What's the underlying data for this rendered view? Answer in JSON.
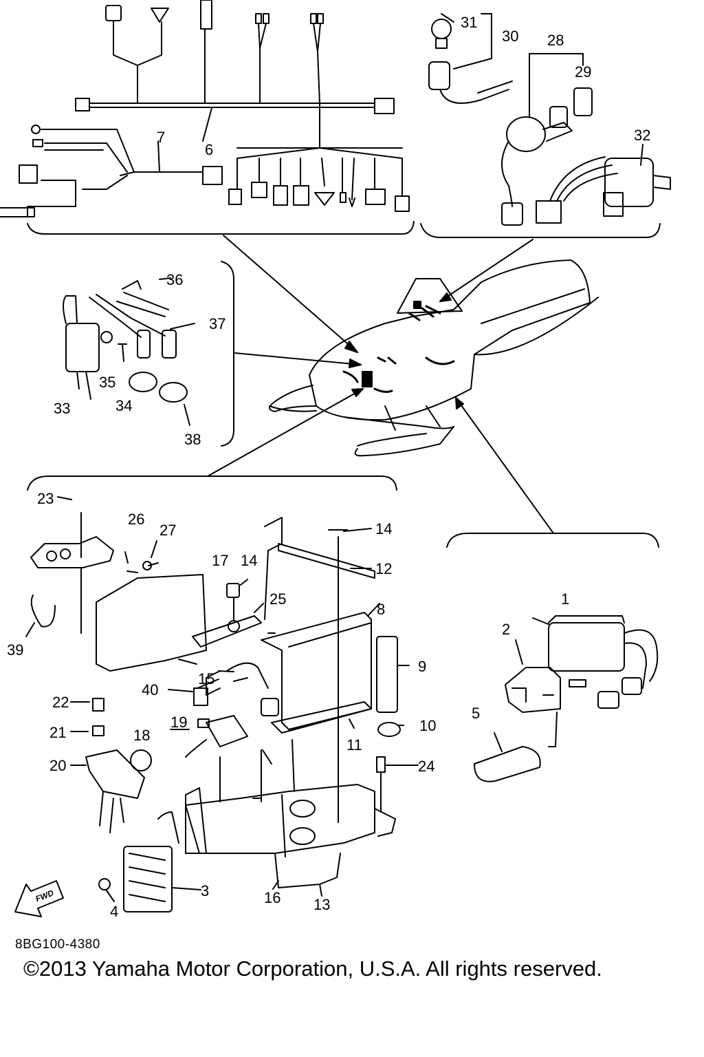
{
  "diagram": {
    "part_labels": [
      "1",
      "2",
      "3",
      "4",
      "5",
      "6",
      "7",
      "8",
      "9",
      "10",
      "11",
      "12",
      "13",
      "14",
      "14",
      "15",
      "16",
      "17",
      "18",
      "19",
      "20",
      "21",
      "22",
      "23",
      "24",
      "25",
      "26",
      "27",
      "28",
      "29",
      "30",
      "31",
      "32",
      "33",
      "34",
      "35",
      "36",
      "37",
      "38",
      "39",
      "40"
    ],
    "fwd_label": "FWD"
  },
  "footer": {
    "diagram_code": "8BG100-4380",
    "copyright": "©2013 Yamaha Motor Corporation, U.S.A. All rights reserved."
  }
}
